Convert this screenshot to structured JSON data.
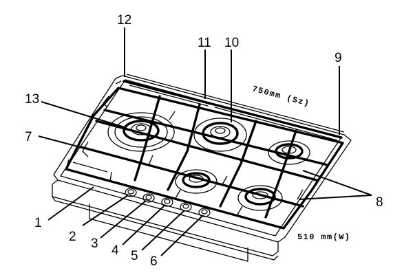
{
  "callouts": [
    "1",
    "2",
    "3",
    "4",
    "5",
    "6",
    "7",
    "8",
    "9",
    "10",
    "11",
    "12",
    "13"
  ],
  "dimensions": {
    "depth": "750mm (Sz)",
    "width": "510 mm(W)"
  },
  "colors": {
    "line": "#000000",
    "background": "#ffffff"
  }
}
